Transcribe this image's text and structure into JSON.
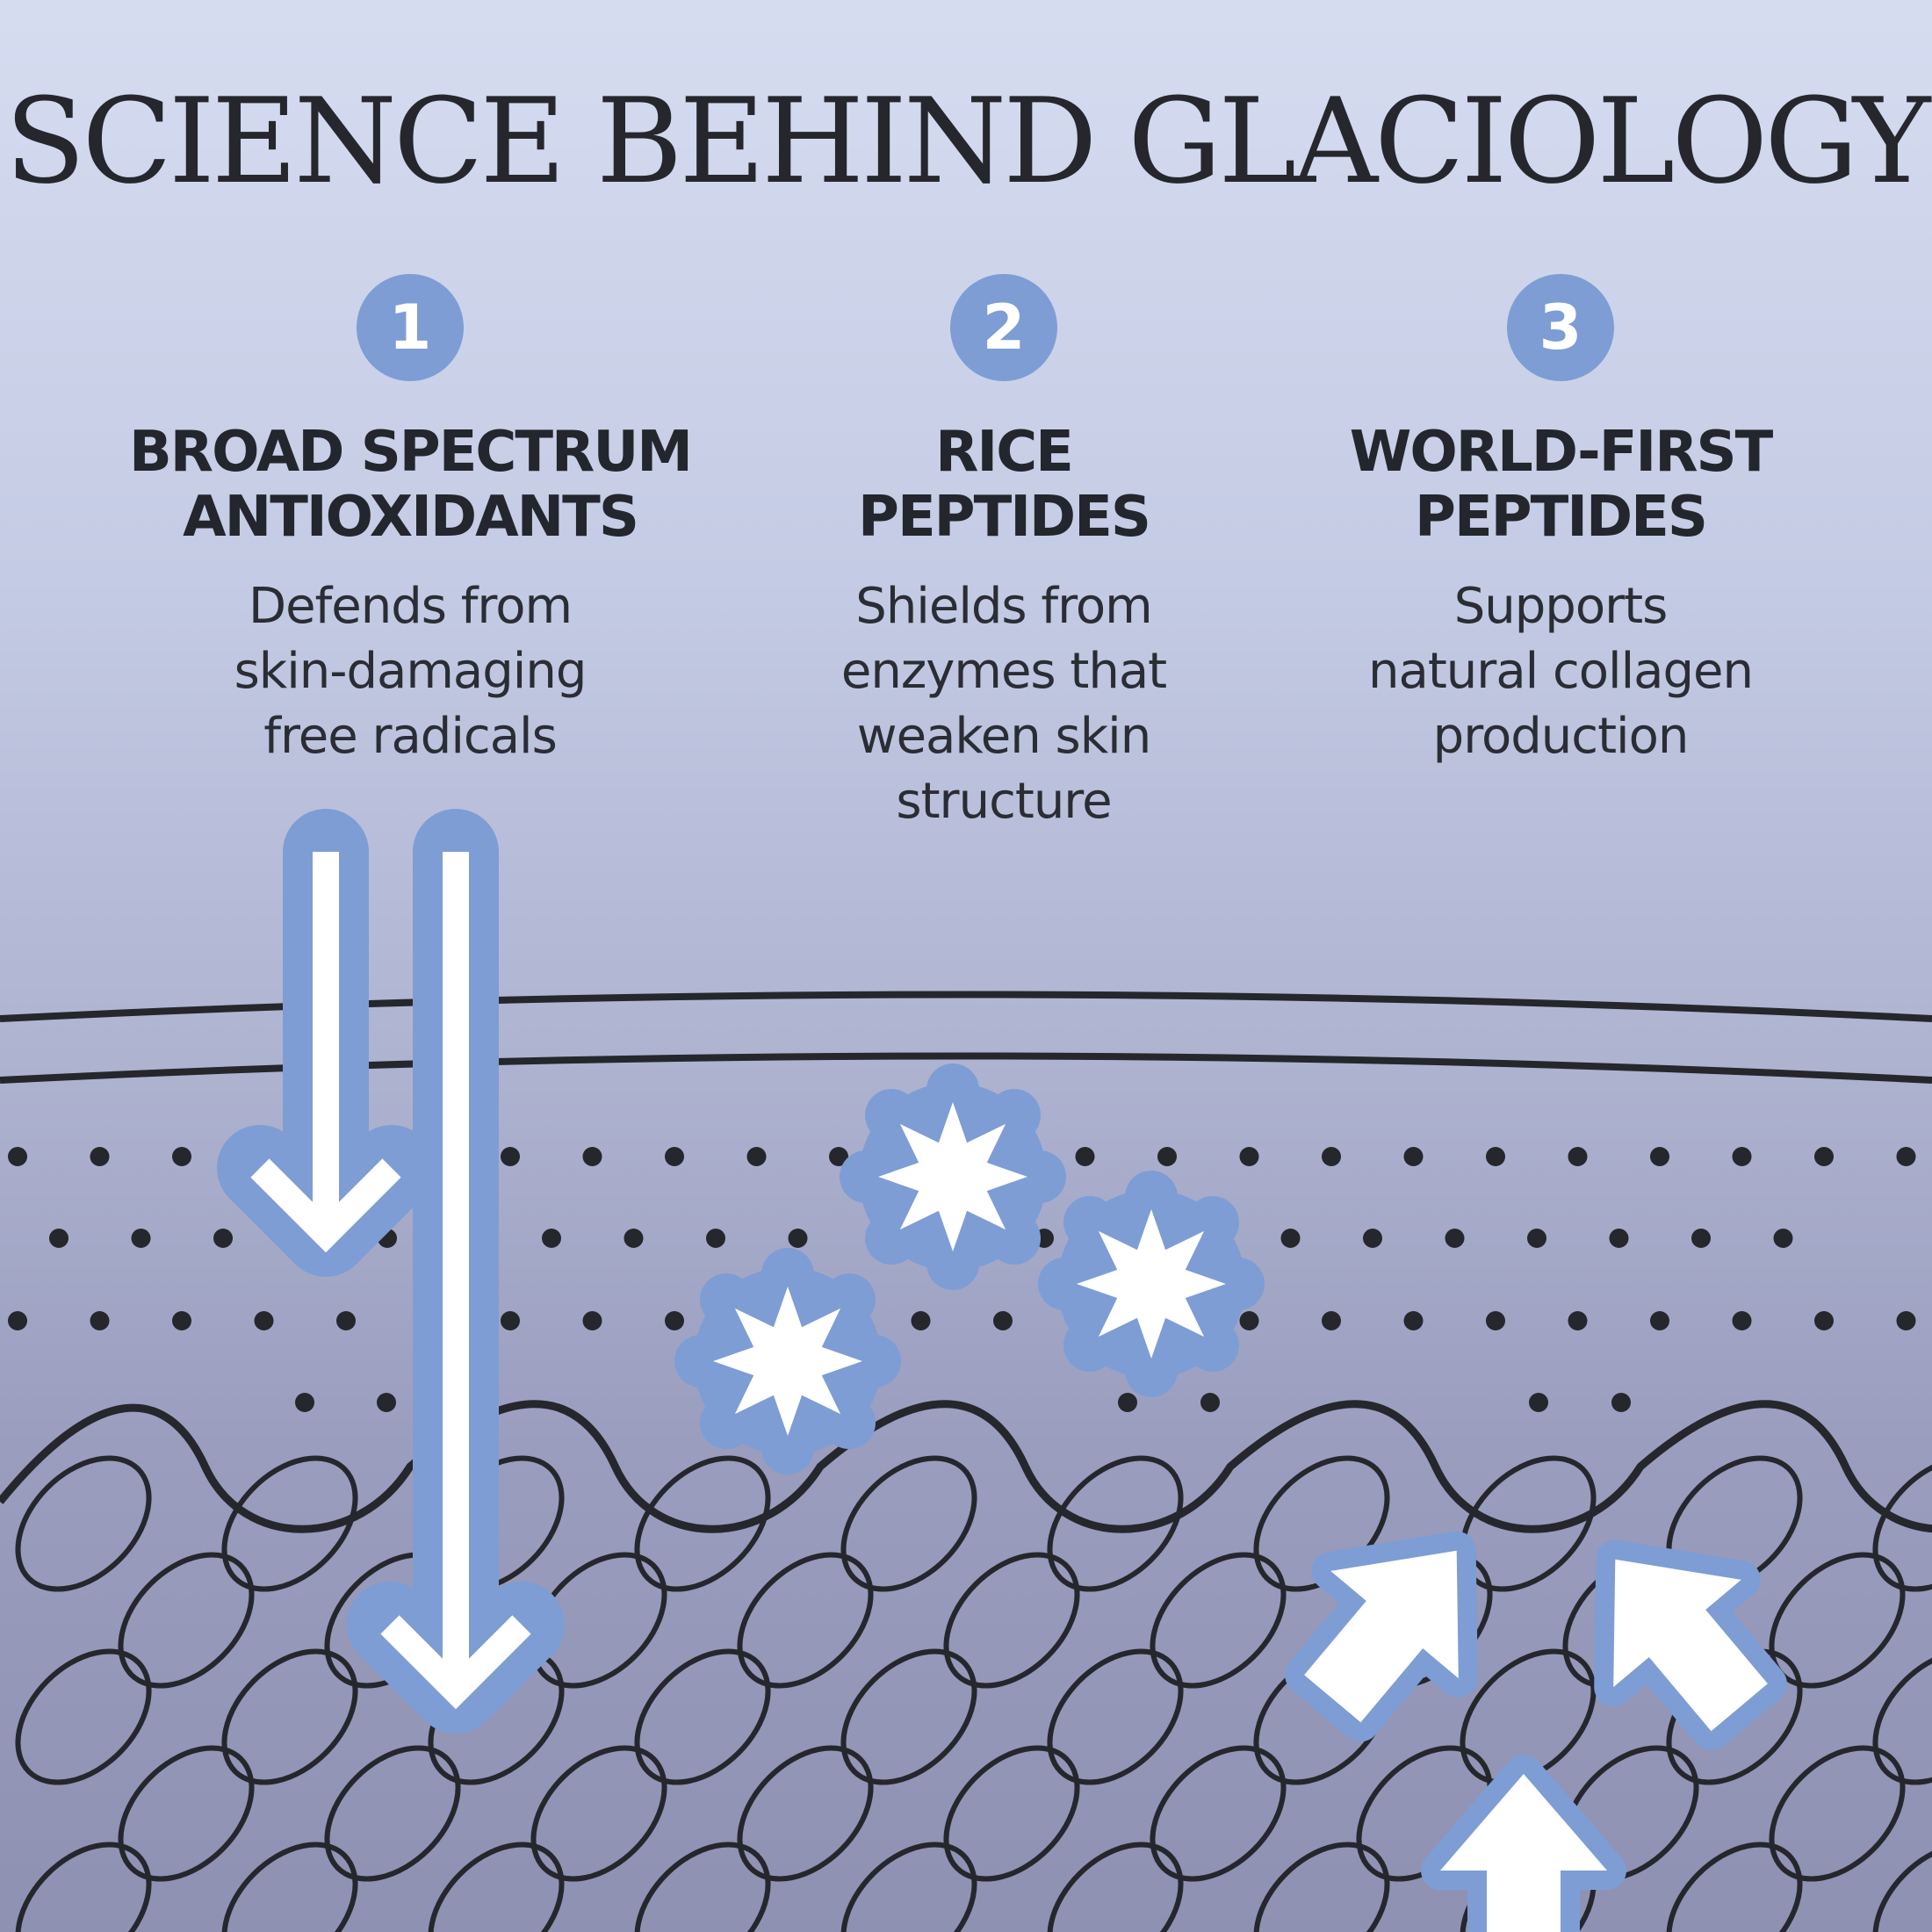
{
  "title": "SCIENCE BEHIND GLACIOLOGY",
  "columns": [
    {
      "number": "1",
      "heading": [
        "BROAD SPECTRUM",
        "ANTIOXIDANTS"
      ],
      "description": [
        "Defends from",
        "skin-damaging",
        "free radicals"
      ]
    },
    {
      "number": "2",
      "heading": [
        "RICE",
        "PEPTIDES"
      ],
      "description": [
        "Shields from",
        "enzymes that",
        "weaken skin",
        "structure"
      ]
    },
    {
      "number": "3",
      "heading": [
        "WORLD-FIRST",
        "PEPTIDES"
      ],
      "description": [
        "Supports",
        "natural collagen",
        "production"
      ]
    }
  ],
  "colors": {
    "accent": "#7e9dd4",
    "ink": "#25272d",
    "background_top": "#d6dcf0",
    "background_bottom": "#8f91b3"
  },
  "icons": [
    "number-badge-icon",
    "down-arrow-icon",
    "eight-point-star-icon",
    "up-arrow-icon"
  ]
}
